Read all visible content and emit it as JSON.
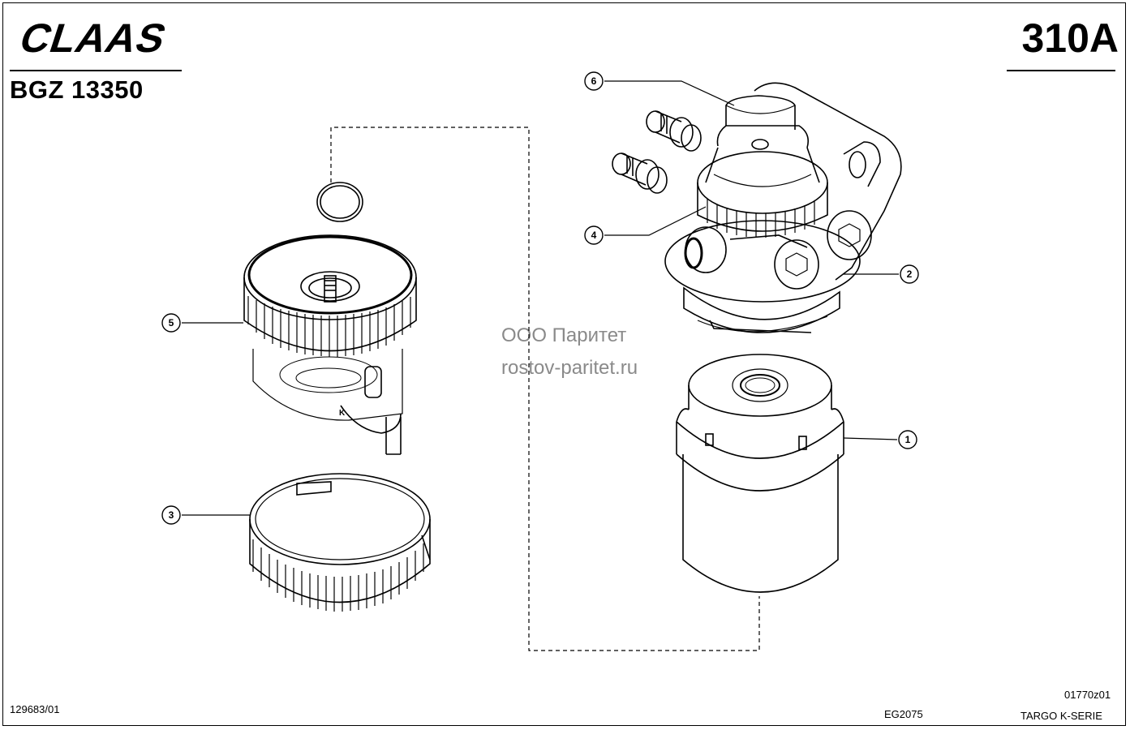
{
  "header": {
    "brand": "CLAAS",
    "doc_code": "BGZ 13350",
    "page_code": "310A"
  },
  "watermark": {
    "line1": "ООО Паритет",
    "line2": "rostov-paritet.ru"
  },
  "callouts": [
    "6",
    "4",
    "2",
    "5",
    "1",
    "3"
  ],
  "part_markings": {
    "k_mark": "K"
  },
  "footer": {
    "left_code": "129683/01",
    "center_code": "EG2075",
    "right_code_top": "01770z01",
    "right_code_bottom": "TARGO K-SERIE"
  }
}
